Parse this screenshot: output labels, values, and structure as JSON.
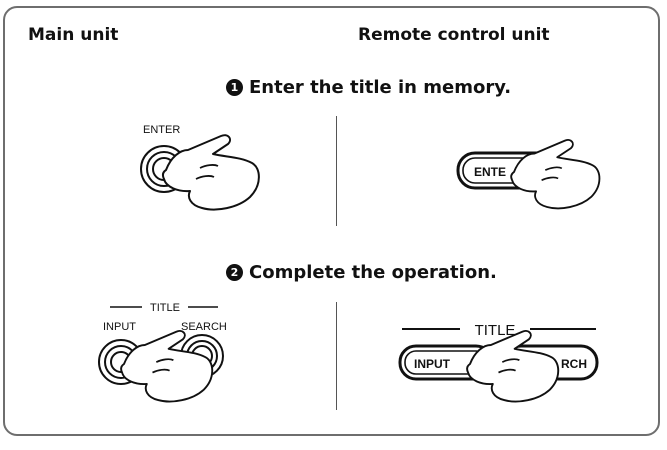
{
  "headings": {
    "main_unit": "Main unit",
    "remote_unit": "Remote control unit"
  },
  "steps": [
    {
      "number": "1",
      "text": "Enter the title in memory."
    },
    {
      "number": "2",
      "text": "Complete the operation."
    }
  ],
  "main_unit_buttons": {
    "enter": "ENTER",
    "title_group": "TITLE",
    "input": "INPUT",
    "search": "SEARCH"
  },
  "remote_buttons": {
    "enter": "ENTE",
    "title_group": "TITLE",
    "input": "INPUT",
    "search": "RCH"
  }
}
